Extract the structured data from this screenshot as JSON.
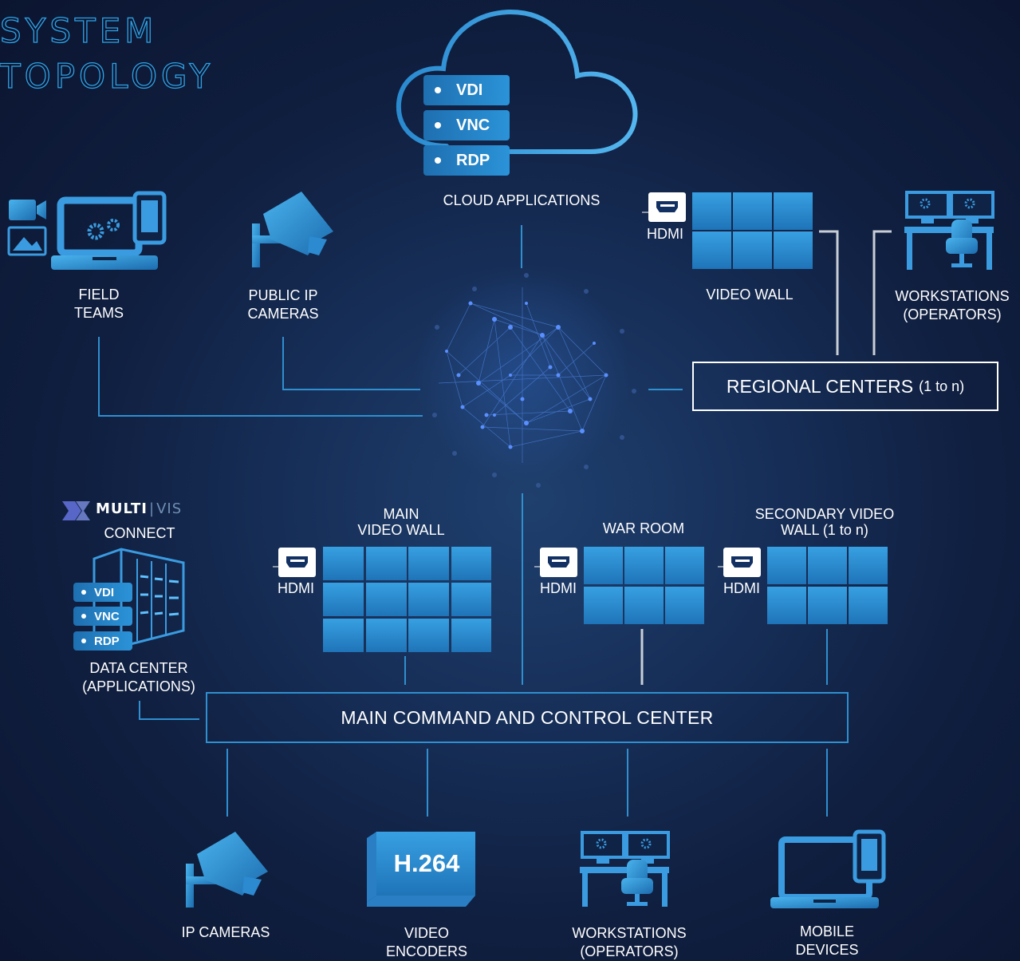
{
  "title": {
    "line1": "SYSTEM",
    "line2": "TOPOLOGY"
  },
  "cloud": {
    "items": [
      "VDI",
      "VNC",
      "RDP"
    ],
    "label": "CLOUD APPLICATIONS"
  },
  "field_teams": {
    "line1": "FIELD",
    "line2": "TEAMS"
  },
  "public_cameras": {
    "line1": "PUBLIC IP",
    "line2": "CAMERAS"
  },
  "regional_video_wall": {
    "hdmi": "HDMI",
    "label": "VIDEO WALL"
  },
  "regional_workstations": {
    "line1": "WORKSTATIONS",
    "line2": "(OPERATORS)"
  },
  "regional_centers": {
    "label": "REGIONAL CENTERS",
    "count": "(1 to n)"
  },
  "logo": {
    "brand": "MULTI",
    "brand_suffix": "VIS",
    "sub": "CONNECT"
  },
  "data_center": {
    "items": [
      "VDI",
      "VNC",
      "RDP"
    ],
    "line1": "DATA CENTER",
    "line2": "(APPLICATIONS)"
  },
  "main_video_wall": {
    "line1": "MAIN",
    "line2": "VIDEO WALL",
    "hdmi": "HDMI"
  },
  "war_room": {
    "label": "WAR ROOM",
    "hdmi": "HDMI"
  },
  "secondary_video_wall": {
    "line1": "SECONDARY VIDEO",
    "line2": "WALL (1 to n)",
    "hdmi": "HDMI"
  },
  "main_center": {
    "label": "MAIN COMMAND AND CONTROL CENTER"
  },
  "bottom": {
    "ip_cameras": "IP CAMERAS",
    "encoders": {
      "badge": "H.264",
      "line1": "VIDEO",
      "line2": "ENCODERS"
    },
    "workstations": {
      "line1": "WORKSTATIONS",
      "line2": "(OPERATORS)"
    },
    "mobile": {
      "line1": "MOBILE",
      "line2": "DEVICES"
    }
  },
  "colors": {
    "background": "#122a52",
    "accent_blue": "#2b93d8",
    "line_blue": "#2f8fcf",
    "line_gray": "#c9ced6",
    "tile_blue": "#2a8ad0"
  }
}
